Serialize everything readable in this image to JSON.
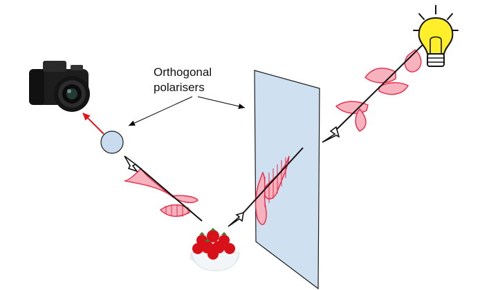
{
  "diagram": {
    "label_lines": [
      "Orthogonal",
      "polarisers"
    ],
    "nodes": [
      {
        "name": "camera",
        "icon": "camera-icon"
      },
      {
        "name": "light-bulb",
        "icon": "light-bulb-icon"
      },
      {
        "name": "strawberry-bowl",
        "icon": "strawberry-bowl-icon"
      },
      {
        "name": "analyser-polariser",
        "icon": "circle-polariser"
      },
      {
        "name": "polariser-panel",
        "icon": "panel-polariser"
      }
    ],
    "colors": {
      "panel_fill": "#cfe0f1",
      "panel_stroke": "#1a1a1a",
      "circle_fill": "#c9dcef",
      "wave_fill": "#f7b3bd",
      "wave_stroke": "#e8294a",
      "arrow_red": "#e8101a",
      "bulb_yellow": "#ffee2a"
    }
  }
}
